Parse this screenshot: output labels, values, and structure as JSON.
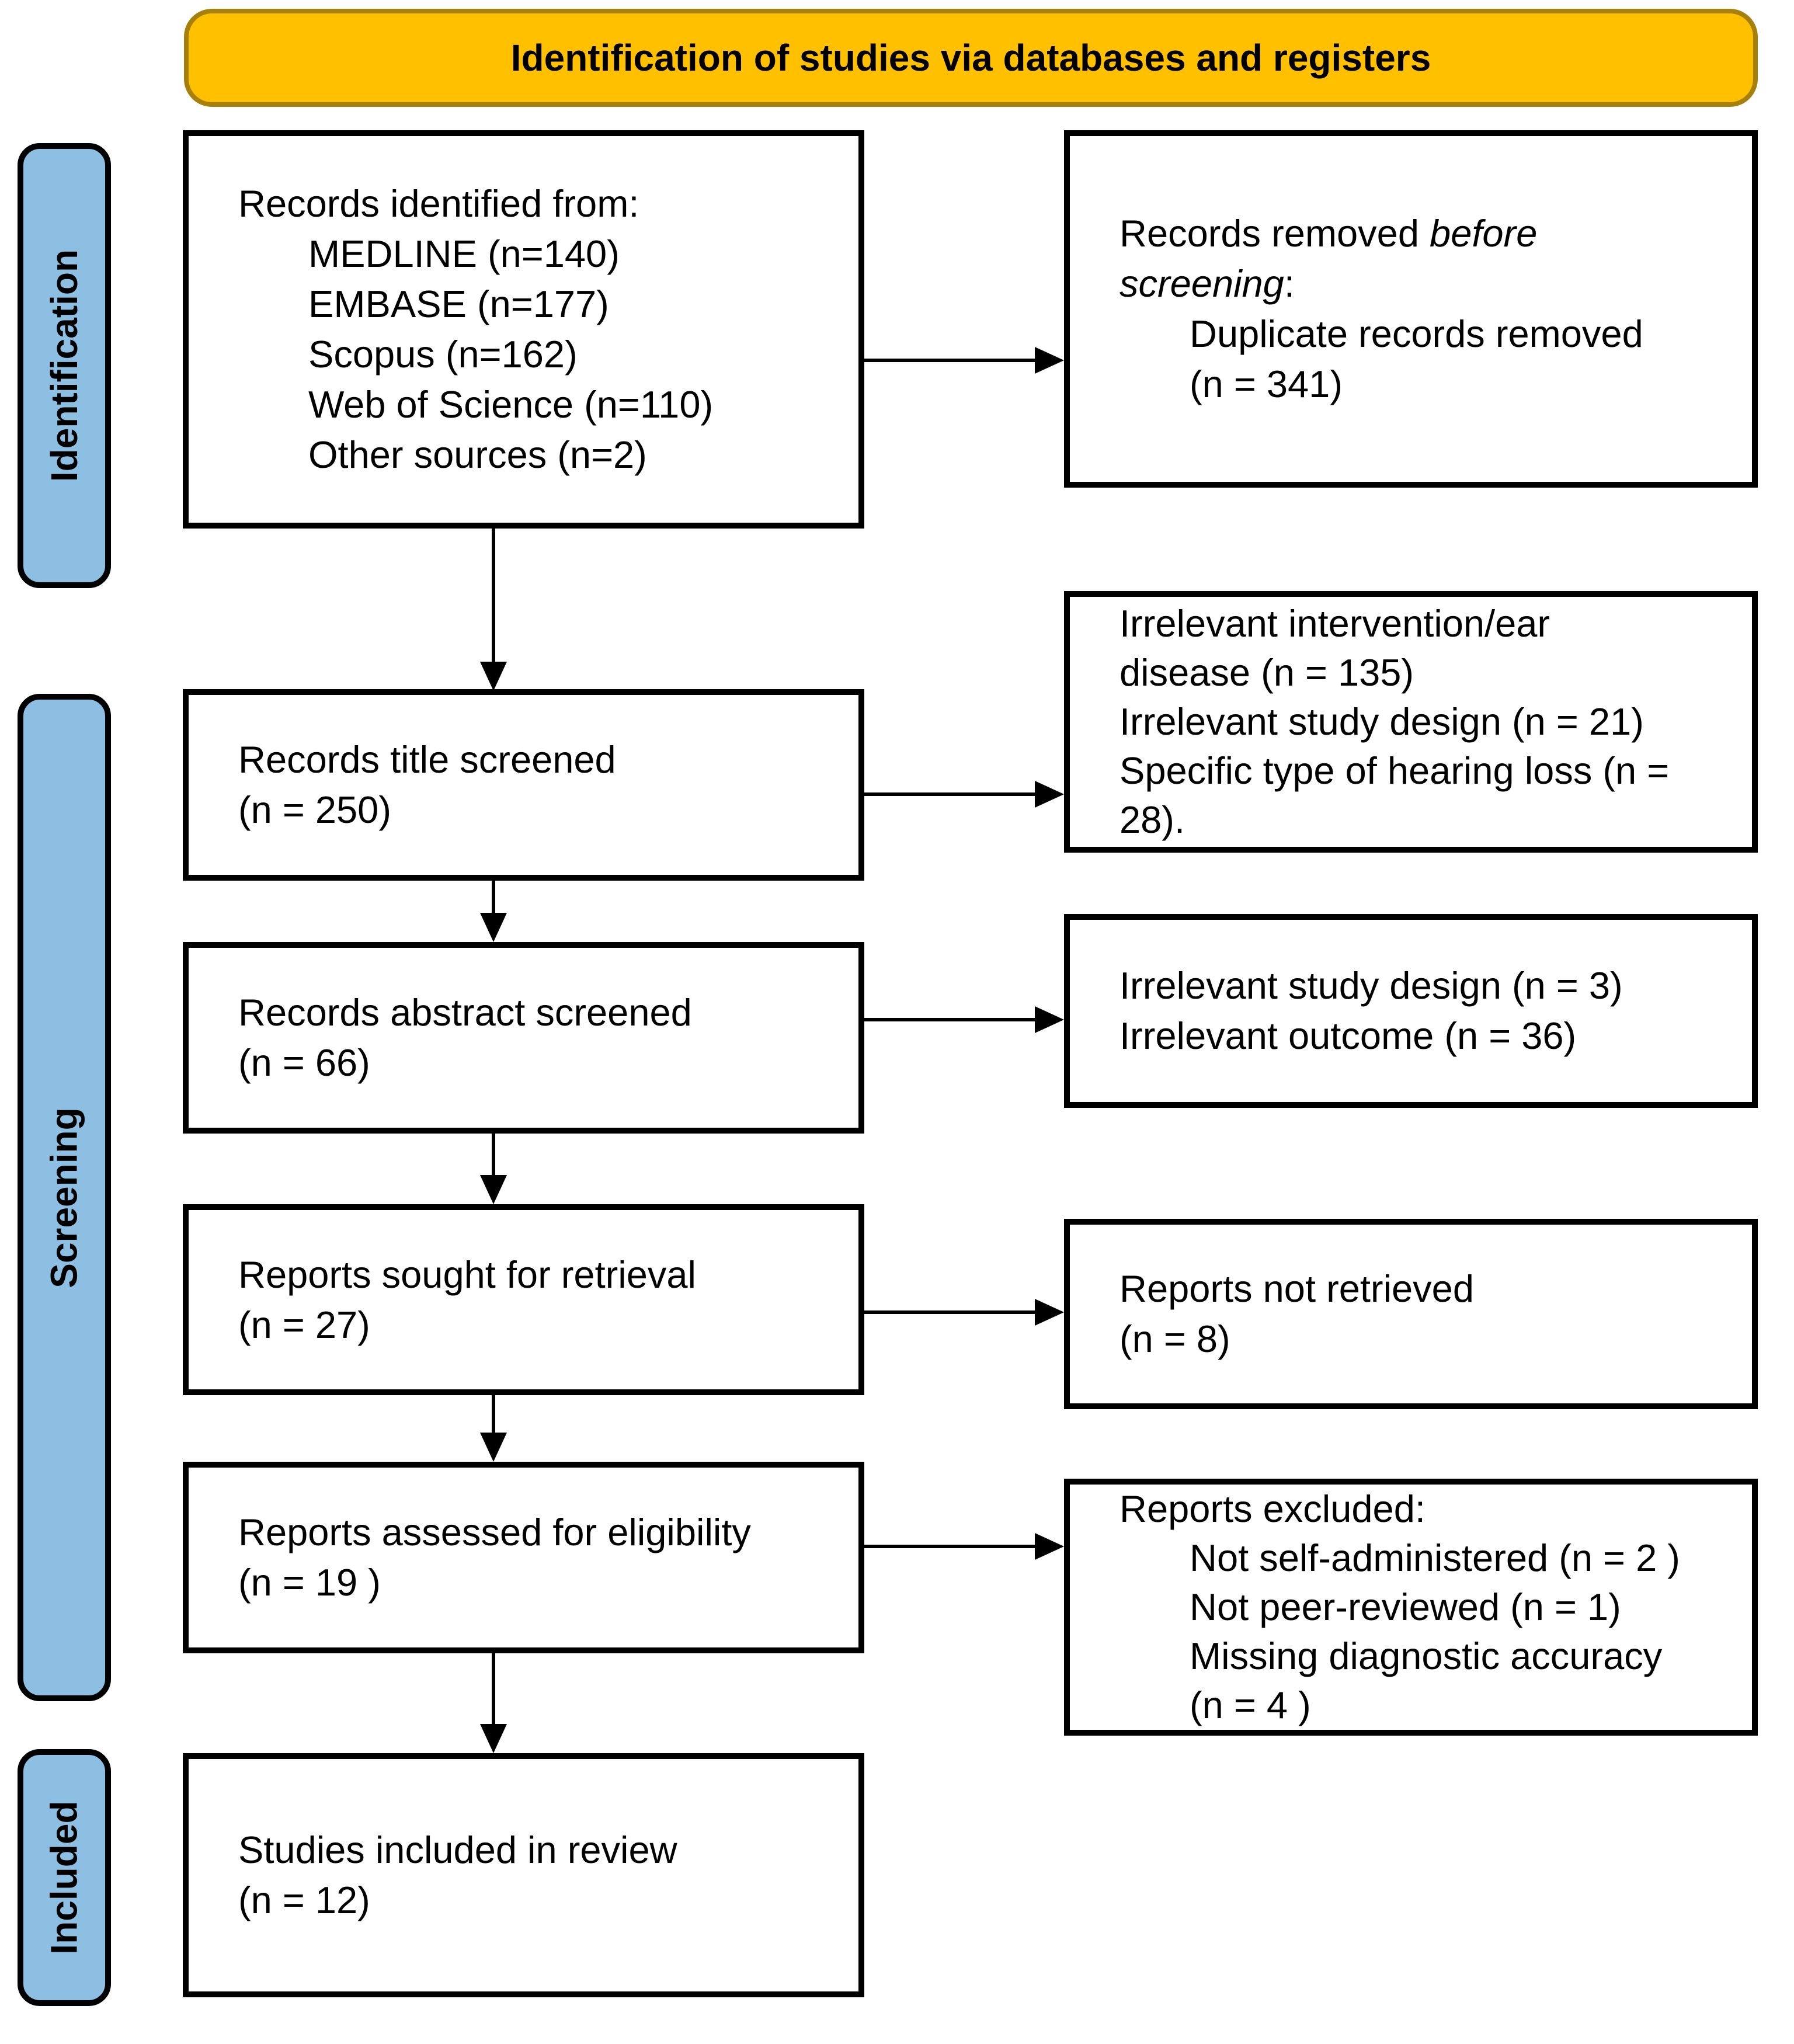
{
  "banner": {
    "title": "Identification of studies via databases and registers"
  },
  "sidebar": {
    "identification": "Identification",
    "screening": "Screening",
    "included": "Included"
  },
  "boxes": {
    "records_identified": {
      "header": "Records identified from:",
      "items": [
        "MEDLINE (n=140)",
        "EMBASE (n=177)",
        "Scopus (n=162)",
        "Web of Science (n=110)",
        "Other sources (n=2)"
      ]
    },
    "records_removed": {
      "header_pre": "Records removed ",
      "header_italic1": "before",
      "header_italic2": "screening",
      "header_post": ":",
      "items": [
        "Duplicate records removed",
        "(n = 341)"
      ]
    },
    "title_screened": {
      "lines": [
        "Records title screened",
        "(n = 250)"
      ]
    },
    "title_excluded": {
      "lines": [
        "Irrelevant intervention/ear",
        "disease (n = 135)",
        "Irrelevant study design (n = 21)",
        "Specific type of hearing loss (n =",
        "28)."
      ]
    },
    "abstract_screened": {
      "lines": [
        "Records abstract screened",
        "(n = 66)"
      ]
    },
    "abstract_excluded": {
      "lines": [
        "Irrelevant study design (n = 3)",
        "Irrelevant outcome (n = 36)"
      ]
    },
    "reports_sought": {
      "lines": [
        "Reports sought for retrieval",
        "(n = 27)"
      ]
    },
    "reports_not_retrieved": {
      "lines": [
        "Reports not retrieved",
        "(n = 8)"
      ]
    },
    "reports_assessed": {
      "lines": [
        "Reports assessed for eligibility",
        "(n = 19 )"
      ]
    },
    "reports_excluded": {
      "header": "Reports excluded:",
      "items": [
        "Not self-administered (n = 2 )",
        "Not peer-reviewed (n = 1)",
        "Missing diagnostic accuracy",
        "(n = 4 )"
      ]
    },
    "studies_included": {
      "lines": [
        "Studies included in review",
        "(n = 12)"
      ]
    }
  },
  "colors": {
    "banner_bg": "#FFC000",
    "banner_border": "#A6800B",
    "sidebar_bg": "#8DBFE2",
    "box_border": "#000000",
    "arrow": "#000000",
    "background": "#FFFFFF"
  }
}
